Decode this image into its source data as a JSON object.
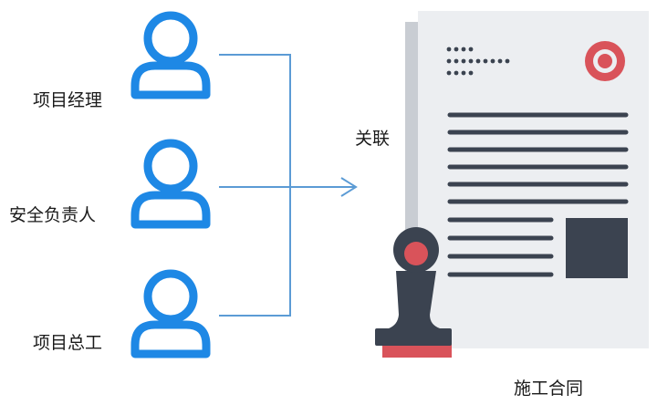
{
  "roles": [
    {
      "label": "项目经理",
      "icon": "person-icon"
    },
    {
      "label": "安全负责人",
      "icon": "person-icon"
    },
    {
      "label": "项目总工",
      "icon": "person-icon"
    }
  ],
  "connector": {
    "label": "关联",
    "icon": "arrow-right-icon"
  },
  "document": {
    "label": "施工合同",
    "icon": "contract-document-icon",
    "stamp_icon": "seal-stamp-icon"
  },
  "colors": {
    "person": "#1e88e5",
    "connector": "#5b9bd5",
    "paper": "#eceef1",
    "paper_back": "#c9cdd3",
    "text_lines": "#3b4350",
    "stamp_body": "#3b4350",
    "accent_red": "#d9535a"
  }
}
